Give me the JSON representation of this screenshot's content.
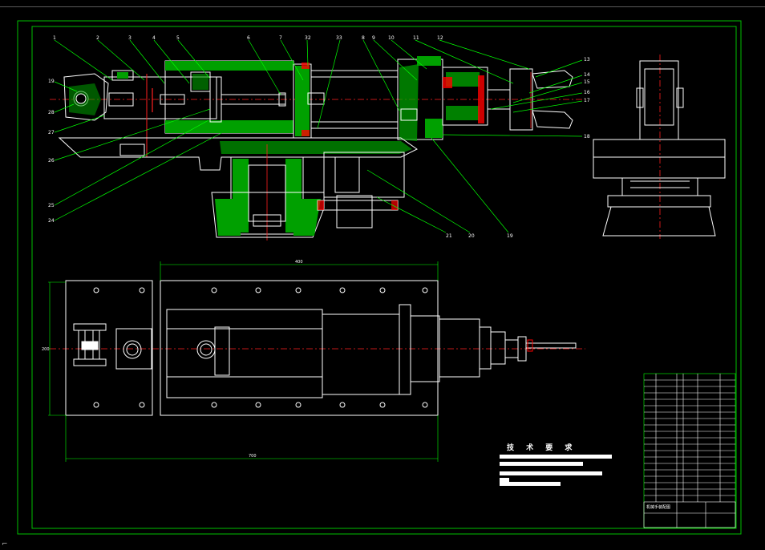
{
  "colors": {
    "background": "#000000",
    "frame": "#00c000",
    "outline": "#ffffff",
    "section_hatch": "#00a000",
    "centerline": "#ff2020",
    "leader": "#00ff00",
    "seal": "#ff0000"
  },
  "drawing": {
    "part_numbers_top": [
      "1",
      "2",
      "3",
      "4",
      "5",
      "6",
      "7",
      "32",
      "33",
      "8",
      "9",
      "10",
      "11",
      "12"
    ],
    "part_numbers_right": [
      "13",
      "14",
      "15",
      "16",
      "17",
      "18"
    ],
    "part_numbers_left": [
      "19",
      "28",
      "27",
      "26",
      "25",
      "24"
    ],
    "part_numbers_bottom": [
      "21",
      "20",
      "19"
    ],
    "dimension_top": "400",
    "dimension_left": "200",
    "dimension_bottom": "700",
    "tech_requirements_title": "技 术 要 求",
    "title_block_name": "机械手装配图"
  }
}
